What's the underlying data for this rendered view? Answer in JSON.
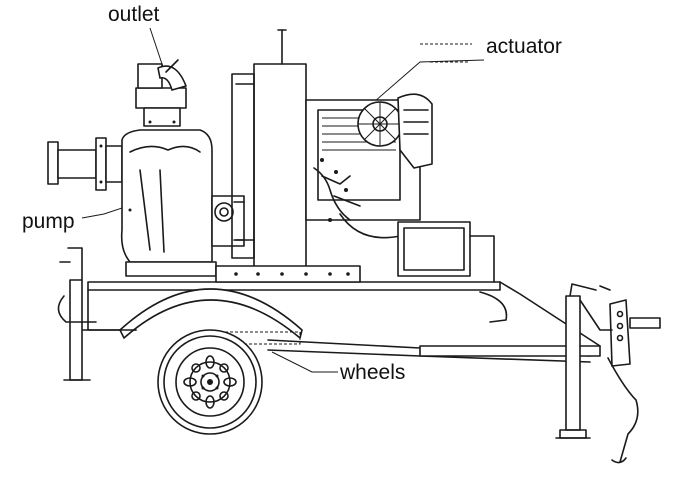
{
  "labels": {
    "outlet": "outlet",
    "actuator": "actuator",
    "pump": "pump",
    "wheels": "wheels"
  },
  "colors": {
    "ink": "#1a1a1a",
    "background": "#ffffff"
  }
}
